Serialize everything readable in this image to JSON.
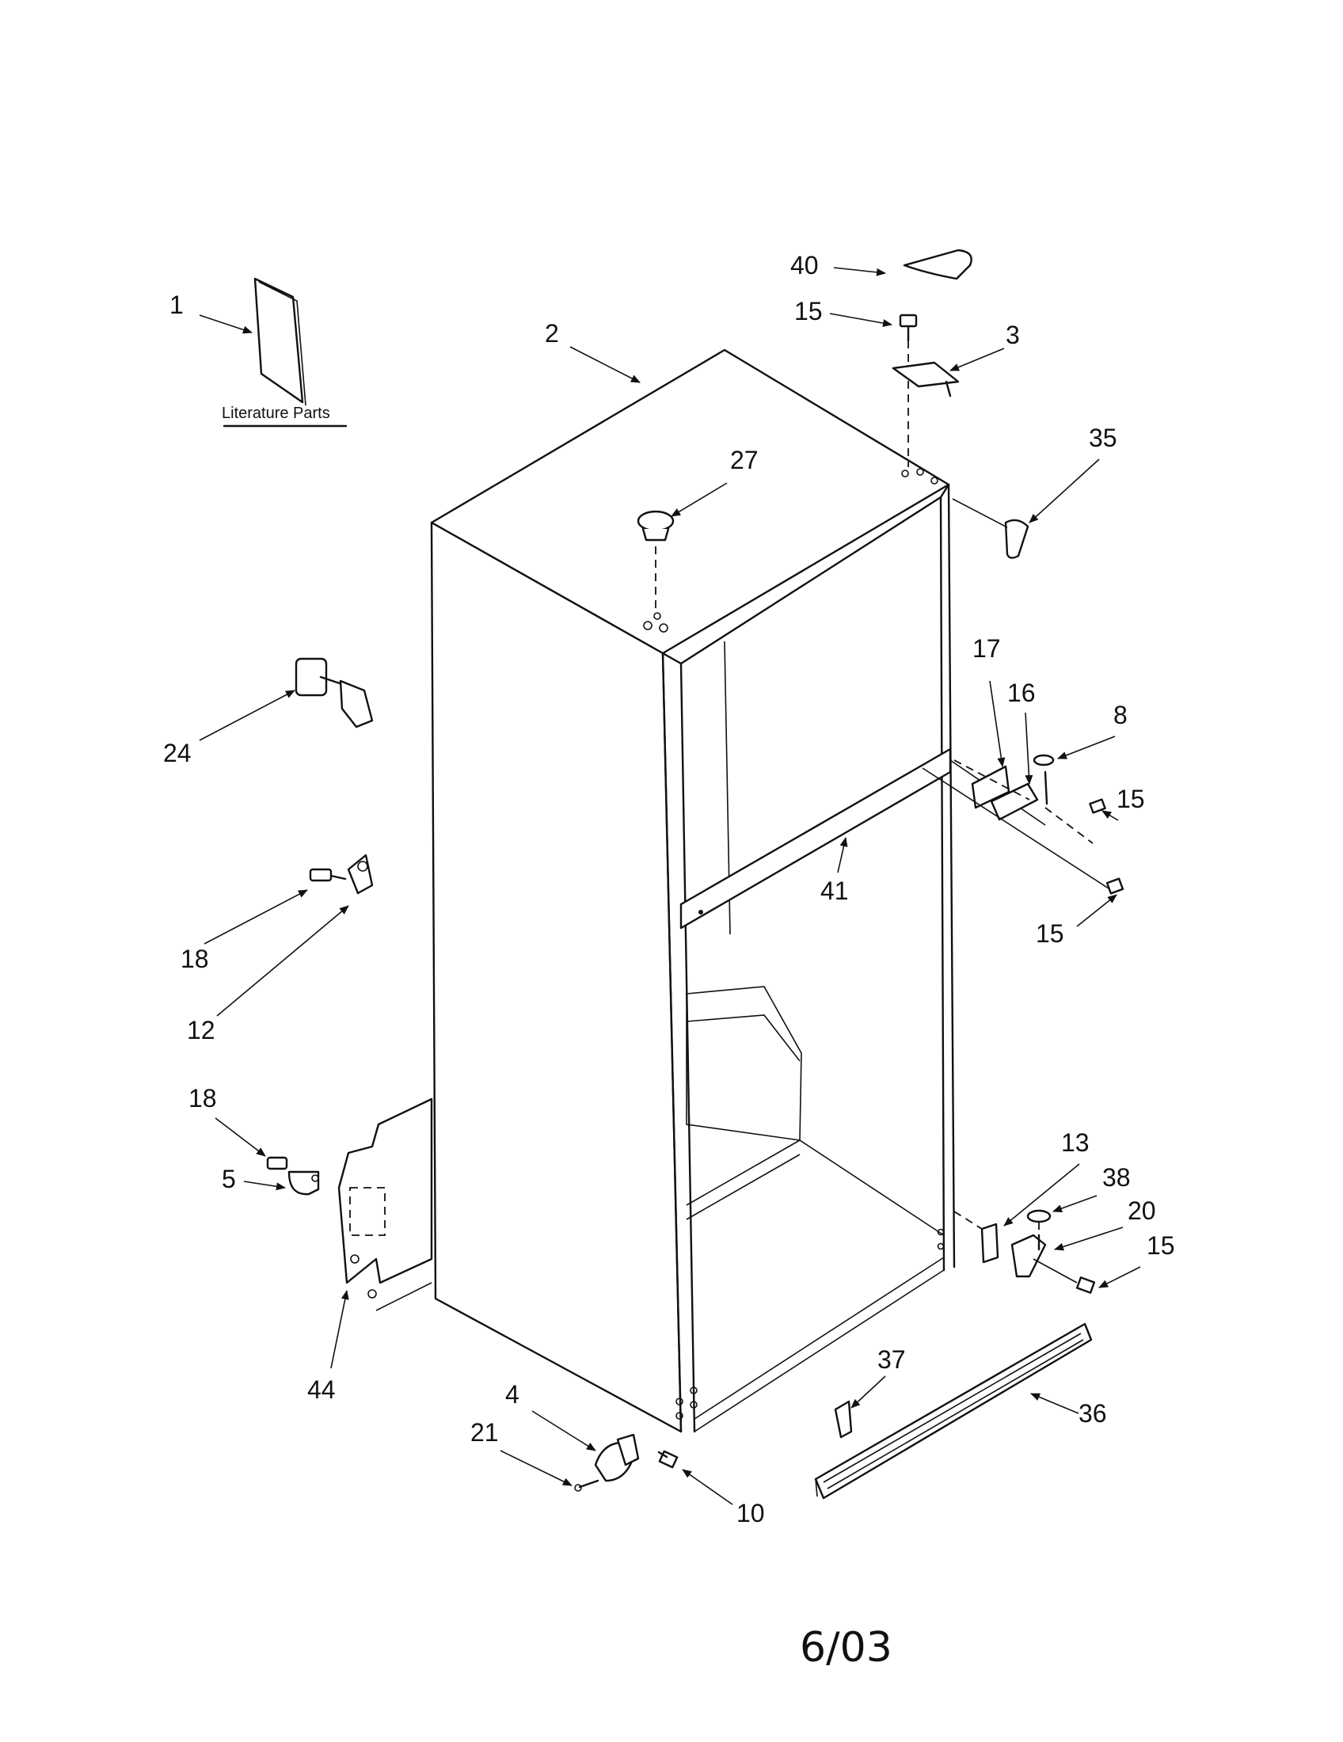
{
  "diagram": {
    "literature_caption": "Literature Parts",
    "date_code": "6/03",
    "callouts": [
      {
        "id": "c1",
        "text": "1"
      },
      {
        "id": "c2",
        "text": "2"
      },
      {
        "id": "c40",
        "text": "40"
      },
      {
        "id": "c15a",
        "text": "15"
      },
      {
        "id": "c3",
        "text": "3"
      },
      {
        "id": "c35",
        "text": "35"
      },
      {
        "id": "c27",
        "text": "27"
      },
      {
        "id": "c24",
        "text": "24"
      },
      {
        "id": "c17",
        "text": "17"
      },
      {
        "id": "c16",
        "text": "16"
      },
      {
        "id": "c8",
        "text": "8"
      },
      {
        "id": "c15b",
        "text": "15"
      },
      {
        "id": "c41",
        "text": "41"
      },
      {
        "id": "c15c",
        "text": "15"
      },
      {
        "id": "c18a",
        "text": "18"
      },
      {
        "id": "c12",
        "text": "12"
      },
      {
        "id": "c18b",
        "text": "18"
      },
      {
        "id": "c5",
        "text": "5"
      },
      {
        "id": "c44",
        "text": "44"
      },
      {
        "id": "c13",
        "text": "13"
      },
      {
        "id": "c38",
        "text": "38"
      },
      {
        "id": "c20",
        "text": "20"
      },
      {
        "id": "c15d",
        "text": "15"
      },
      {
        "id": "c37",
        "text": "37"
      },
      {
        "id": "c36",
        "text": "36"
      },
      {
        "id": "c4",
        "text": "4"
      },
      {
        "id": "c21",
        "text": "21"
      },
      {
        "id": "c10",
        "text": "10"
      }
    ]
  }
}
